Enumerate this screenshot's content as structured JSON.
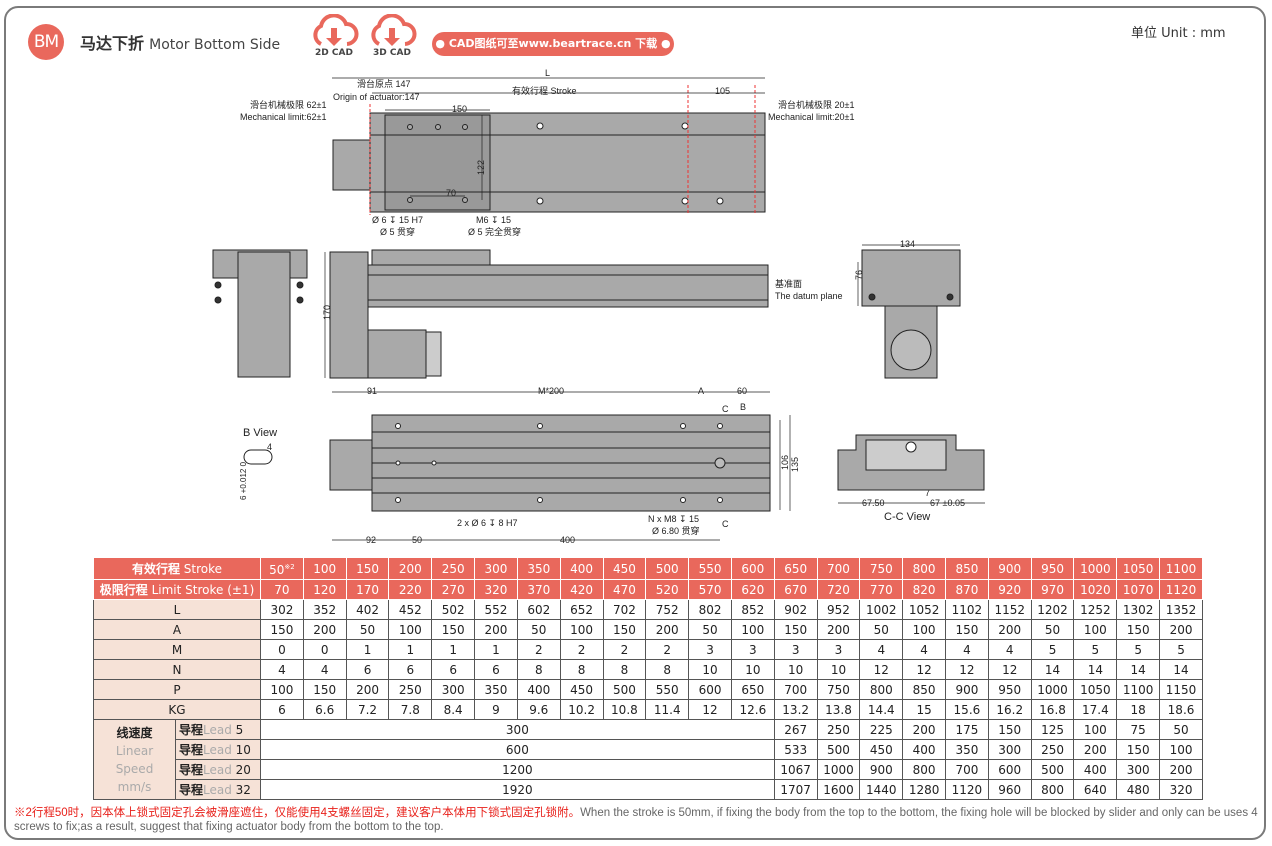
{
  "header": {
    "badge": "BM",
    "title_cn": "马达下折",
    "title_en": "Motor Bottom Side",
    "cad2d": "2D CAD",
    "cad3d": "3D CAD",
    "download": "● CAD图纸可至www.beartrace.cn 下载 ●",
    "unit": "单位 Unit : mm"
  },
  "colors": {
    "accent": "#e9685c",
    "label_bg": "#f6e2d7",
    "body_gray": "#a9a9a9"
  },
  "drawing": {
    "L": "L",
    "origin_cn": "滑台原点 147",
    "origin_en": "Origin of actuator:147",
    "stroke": "有效行程 Stroke",
    "d105": "105",
    "mech_left_cn": "滑台机械极限 62±1",
    "mech_left_en": "Mechanical limit:62±1",
    "mech_right_cn": "滑台机械极限 20±1",
    "mech_right_en": "Mechanical limit:20±1",
    "d150": "150",
    "d122": "122",
    "d70": "70",
    "hole1": "Ø 6 ↧ 15 H7",
    "hole1b": "Ø 5 贯穿",
    "hole2": "M6 ↧ 15",
    "hole2b": "Ø 5 完全贯穿",
    "d170": "170",
    "d134": "134",
    "d76": "76",
    "datum_cn": "基准面",
    "datum_en": "The datum plane",
    "d91": "91",
    "m200": "M*200",
    "A": "A",
    "d60": "60",
    "C": "C",
    "B": "B",
    "d106": "106",
    "d135": "135",
    "bview": "B View",
    "d4": "4",
    "tol": "6 +0.012 0",
    "pin": "2 x Ø 6 ↧ 8 H7",
    "nm8": "N x M8 ↧ 15",
    "nm8b": "Ø 6.80 贯穿",
    "d92": "92",
    "d50": "50",
    "d400": "400",
    "d675": "67.50",
    "d67": "67 ±0.05",
    "d7": "7",
    "ccview": "C-C View"
  },
  "table": {
    "stroke_label_cn": "有效行程",
    "stroke_label_en": "Stroke",
    "limit_label_cn": "极限行程",
    "limit_label_en": "Limit Stroke (±1)",
    "stroke_note": "※2",
    "strokes": [
      "50",
      "100",
      "150",
      "200",
      "250",
      "300",
      "350",
      "400",
      "450",
      "500",
      "550",
      "600",
      "650",
      "700",
      "750",
      "800",
      "850",
      "900",
      "950",
      "1000",
      "1050",
      "1100"
    ],
    "limits": [
      "70",
      "120",
      "170",
      "220",
      "270",
      "320",
      "370",
      "420",
      "470",
      "520",
      "570",
      "620",
      "670",
      "720",
      "770",
      "820",
      "870",
      "920",
      "970",
      "1020",
      "1070",
      "1120"
    ],
    "rows": [
      {
        "label": "L",
        "values": [
          "302",
          "352",
          "402",
          "452",
          "502",
          "552",
          "602",
          "652",
          "702",
          "752",
          "802",
          "852",
          "902",
          "952",
          "1002",
          "1052",
          "1102",
          "1152",
          "1202",
          "1252",
          "1302",
          "1352"
        ]
      },
      {
        "label": "A",
        "values": [
          "150",
          "200",
          "50",
          "100",
          "150",
          "200",
          "50",
          "100",
          "150",
          "200",
          "50",
          "100",
          "150",
          "200",
          "50",
          "100",
          "150",
          "200",
          "50",
          "100",
          "150",
          "200"
        ]
      },
      {
        "label": "M",
        "values": [
          "0",
          "0",
          "1",
          "1",
          "1",
          "1",
          "2",
          "2",
          "2",
          "2",
          "3",
          "3",
          "3",
          "3",
          "4",
          "4",
          "4",
          "4",
          "5",
          "5",
          "5",
          "5"
        ]
      },
      {
        "label": "N",
        "values": [
          "4",
          "4",
          "6",
          "6",
          "6",
          "6",
          "8",
          "8",
          "8",
          "8",
          "10",
          "10",
          "10",
          "10",
          "12",
          "12",
          "12",
          "12",
          "14",
          "14",
          "14",
          "14"
        ]
      },
      {
        "label": "P",
        "values": [
          "100",
          "150",
          "200",
          "250",
          "300",
          "350",
          "400",
          "450",
          "500",
          "550",
          "600",
          "650",
          "700",
          "750",
          "800",
          "850",
          "900",
          "950",
          "1000",
          "1050",
          "1100",
          "1150"
        ]
      },
      {
        "label": "KG",
        "values": [
          "6",
          "6.6",
          "7.2",
          "7.8",
          "8.4",
          "9",
          "9.6",
          "10.2",
          "10.8",
          "11.4",
          "12",
          "12.6",
          "13.2",
          "13.8",
          "14.4",
          "15",
          "15.6",
          "16.2",
          "16.8",
          "17.4",
          "18",
          "18.6"
        ]
      }
    ],
    "speed_cn": "线速度",
    "speed_en1": "Linear",
    "speed_en2": "Speed",
    "speed_unit": "mm/s",
    "speeds": [
      {
        "cn": "导程",
        "en": "Lead",
        "lead": "5",
        "merged": "300",
        "values": [
          "267",
          "250",
          "225",
          "200",
          "175",
          "150",
          "125",
          "100",
          "75",
          "50"
        ]
      },
      {
        "cn": "导程",
        "en": "Lead",
        "lead": "10",
        "merged": "600",
        "values": [
          "533",
          "500",
          "450",
          "400",
          "350",
          "300",
          "250",
          "200",
          "150",
          "100"
        ]
      },
      {
        "cn": "导程",
        "en": "Lead",
        "lead": "20",
        "merged": "1200",
        "values": [
          "1067",
          "1000",
          "900",
          "800",
          "700",
          "600",
          "500",
          "400",
          "300",
          "200"
        ]
      },
      {
        "cn": "导程",
        "en": "Lead",
        "lead": "32",
        "merged": "1920",
        "values": [
          "1707",
          "1600",
          "1440",
          "1280",
          "1120",
          "960",
          "800",
          "640",
          "480",
          "320"
        ]
      }
    ]
  },
  "footnote": {
    "cn": "※2行程50时，因本体上锁式固定孔会被滑座遮住，仅能使用4支螺丝固定，建议客户本体用下锁式固定孔锁附。",
    "en": "When the stroke is 50mm, if fixing the body from the top to the bottom, the fixing hole will be blocked by slider and only can be uses 4 screws to fix;as a result, suggest that fixing actuator body from the bottom to the top."
  }
}
